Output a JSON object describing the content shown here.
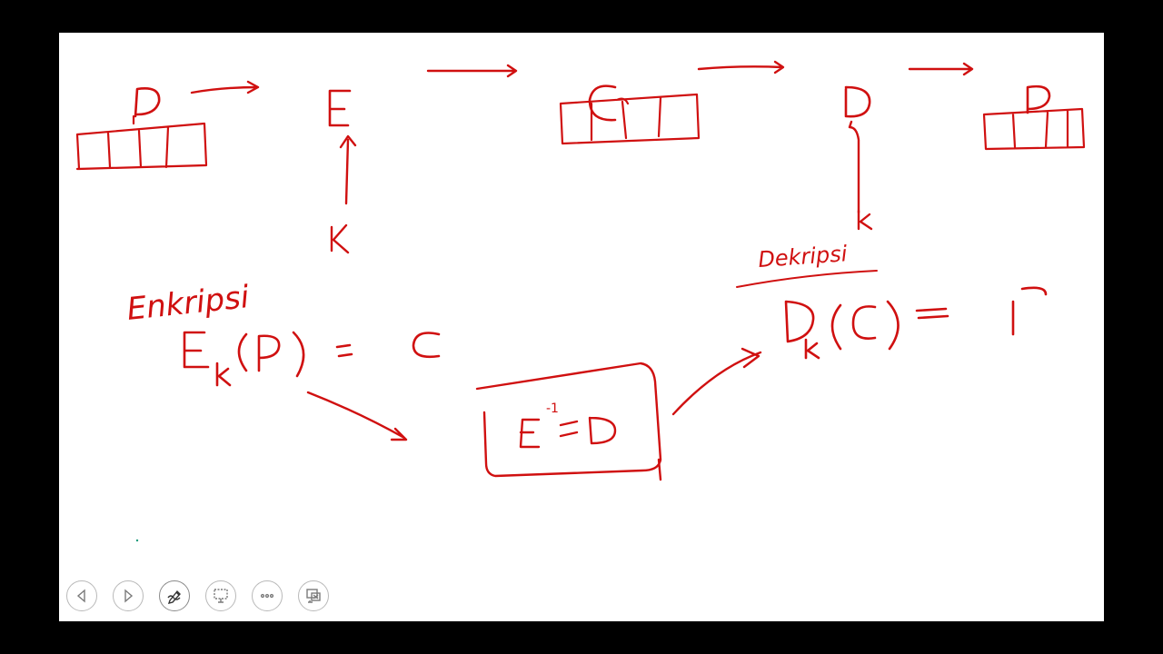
{
  "ink": {
    "color": "#d01010",
    "cursor_dot_color": "#1a9a7a"
  },
  "diagram": {
    "top_row": [
      "P",
      "E",
      "C",
      "D",
      "P"
    ],
    "key_left": "K",
    "key_right": "k",
    "label_encrypt": "Enkripsi",
    "label_decrypt": "Dekripsi",
    "eq_enc": {
      "E": "E",
      "sub": "k",
      "open": "(",
      "arg": "P",
      "close": ")",
      "equals": "=",
      "result": "C"
    },
    "eq_dec": {
      "D": "D",
      "sub": "k",
      "open": "(",
      "arg": "C",
      "close": ")",
      "equals": "=",
      "result": "P"
    },
    "box": {
      "E": "E",
      "sup": "-1",
      "equals": "=",
      "D": "D"
    }
  },
  "toolbar": {
    "buttons": [
      {
        "icon": "previous-slide-icon"
      },
      {
        "icon": "next-slide-icon"
      },
      {
        "icon": "pen-icon"
      },
      {
        "icon": "view-slides-icon"
      },
      {
        "icon": "more-options-icon"
      },
      {
        "icon": "presenter-view-icon"
      }
    ]
  }
}
